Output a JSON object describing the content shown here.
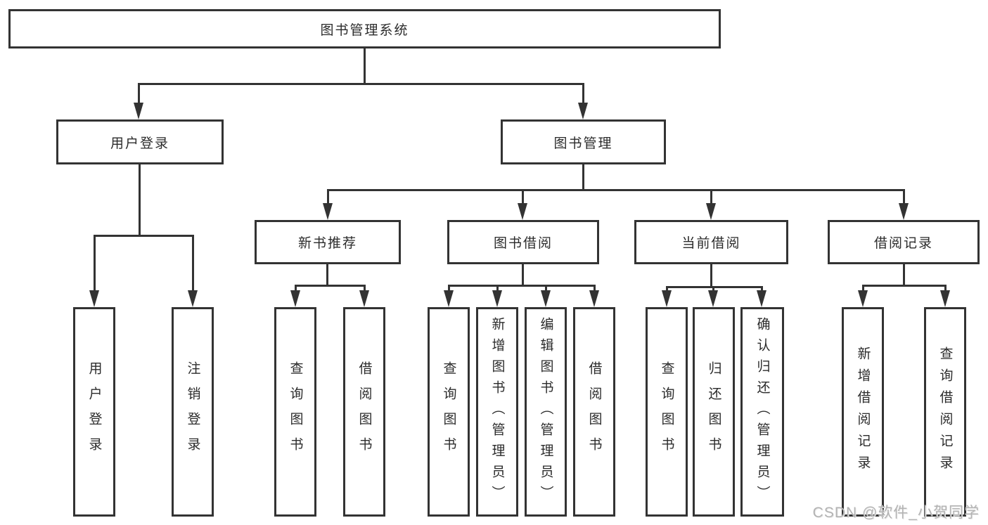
{
  "diagram": {
    "colors": {
      "line": "#333333",
      "box_border": "#333333",
      "text": "#2b2b2b",
      "background": "#ffffff",
      "watermark": "#b3b3b3"
    },
    "root": {
      "label": "图书管理系统"
    },
    "level2": [
      {
        "label": "用户登录",
        "parent": "图书管理系统"
      },
      {
        "label": "图书管理",
        "parent": "图书管理系统"
      }
    ],
    "level3": [
      {
        "label": "新书推荐",
        "parent": "图书管理"
      },
      {
        "label": "图书借阅",
        "parent": "图书管理"
      },
      {
        "label": "当前借阅",
        "parent": "图书管理"
      },
      {
        "label": "借阅记录",
        "parent": "图书管理"
      }
    ],
    "level4": [
      {
        "label": "用户登录",
        "parent": "用户登录"
      },
      {
        "label": "注销登录",
        "parent": "用户登录"
      },
      {
        "label": "查询图书",
        "parent": "新书推荐"
      },
      {
        "label": "借阅图书",
        "parent": "新书推荐"
      },
      {
        "label": "查询图书",
        "parent": "图书借阅"
      },
      {
        "label": "新增图书（管理员）",
        "parent": "图书借阅"
      },
      {
        "label": "编辑图书（管理员）",
        "parent": "图书借阅"
      },
      {
        "label": "借阅图书",
        "parent": "图书借阅"
      },
      {
        "label": "查询图书",
        "parent": "当前借阅"
      },
      {
        "label": "归还图书",
        "parent": "当前借阅"
      },
      {
        "label": "确认归还（管理员）",
        "parent": "当前借阅"
      },
      {
        "label": "新增借阅记录",
        "parent": "借阅记录"
      },
      {
        "label": "查询借阅记录",
        "parent": "借阅记录"
      }
    ]
  },
  "watermark": {
    "text": "CSDN @软件_小贺同学"
  }
}
